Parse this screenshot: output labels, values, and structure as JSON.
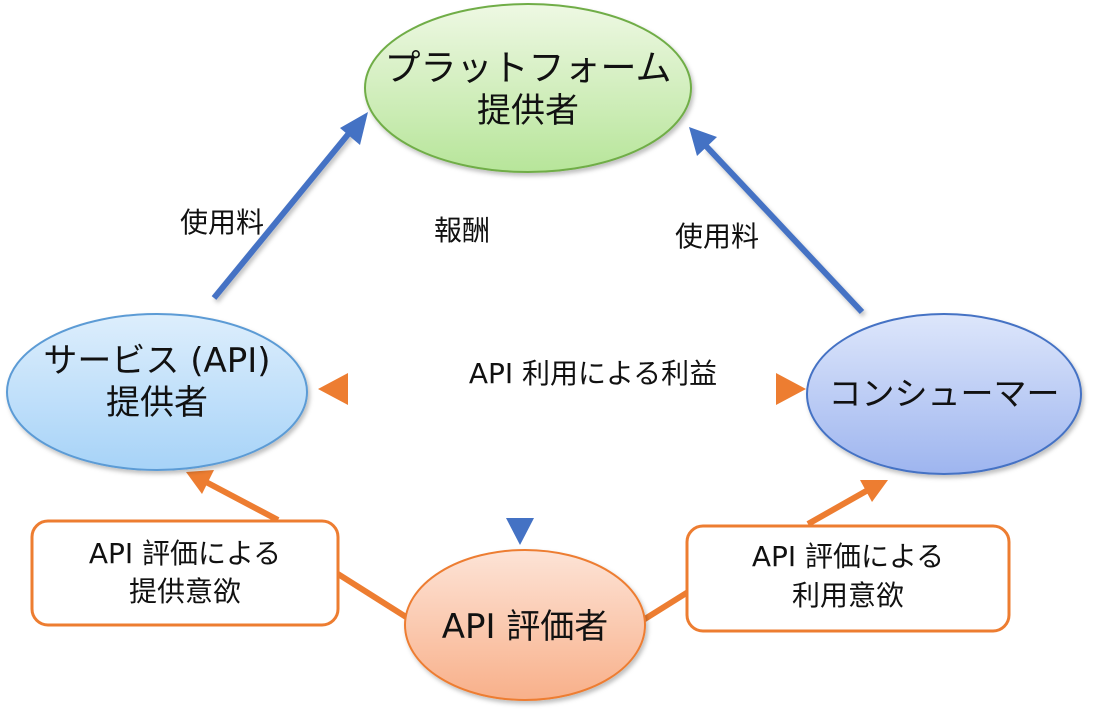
{
  "colors": {
    "blue_arrow": "#4472C4",
    "orange_arrow": "#ED7D31",
    "platform_fill_top": "#EEF8E3",
    "platform_fill_bottom": "#B7E59A",
    "platform_stroke": "#70AD47",
    "provider_fill_top": "#DDEEFC",
    "provider_fill_bottom": "#A7D3F8",
    "provider_stroke": "#5B9BD5",
    "consumer_fill_top": "#DDE6FB",
    "consumer_fill_bottom": "#9EB5EF",
    "consumer_stroke": "#4472C4",
    "evaluator_fill_top": "#FDE3D6",
    "evaluator_fill_bottom": "#F8B08A",
    "evaluator_stroke": "#ED7D31",
    "callout_stroke": "#ED7D31"
  },
  "nodes": {
    "platform": {
      "line1": "プラットフォーム",
      "line2": "提供者"
    },
    "service_provider": {
      "line1": "サービス (API)",
      "line2": "提供者"
    },
    "consumer": {
      "line1": "コンシューマー"
    },
    "evaluator": {
      "line1": "API 評価者"
    }
  },
  "edge_labels": {
    "usage_fee_left": "使用料",
    "reward": "報酬",
    "usage_fee_right": "使用料",
    "api_benefit": "API 利用による利益"
  },
  "callouts": {
    "provider_motivation": {
      "line1": "API 評価による",
      "line2": "提供意欲"
    },
    "usage_motivation": {
      "line1": "API 評価による",
      "line2": "利用意欲"
    }
  }
}
